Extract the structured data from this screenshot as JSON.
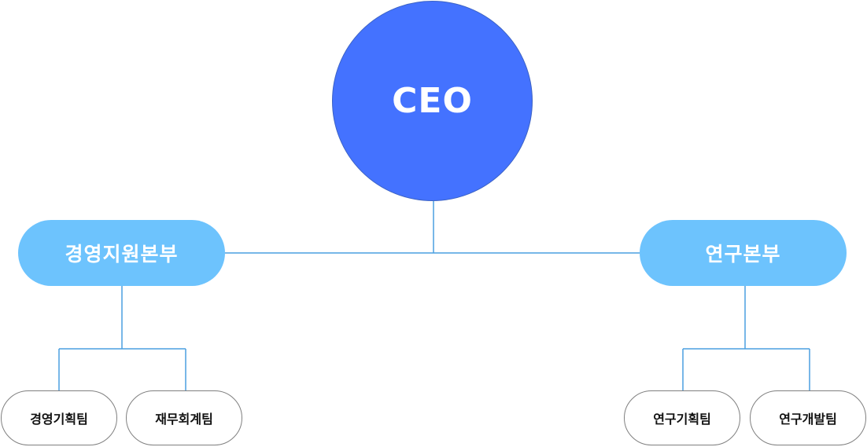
{
  "org_chart": {
    "ceo": {
      "label": "CEO"
    },
    "divisions": [
      {
        "label": "경영지원본부",
        "teams": [
          {
            "label": "경영기획팀"
          },
          {
            "label": "재무회계팀"
          }
        ]
      },
      {
        "label": "연구본부",
        "teams": [
          {
            "label": "연구기획팀"
          },
          {
            "label": "연구개발팀"
          }
        ]
      }
    ]
  },
  "colors": {
    "ceo_fill": "#4472ff",
    "division_fill": "#6dc3fd",
    "connector": "#4a9fe0",
    "team_border": "#7f7f7f"
  }
}
